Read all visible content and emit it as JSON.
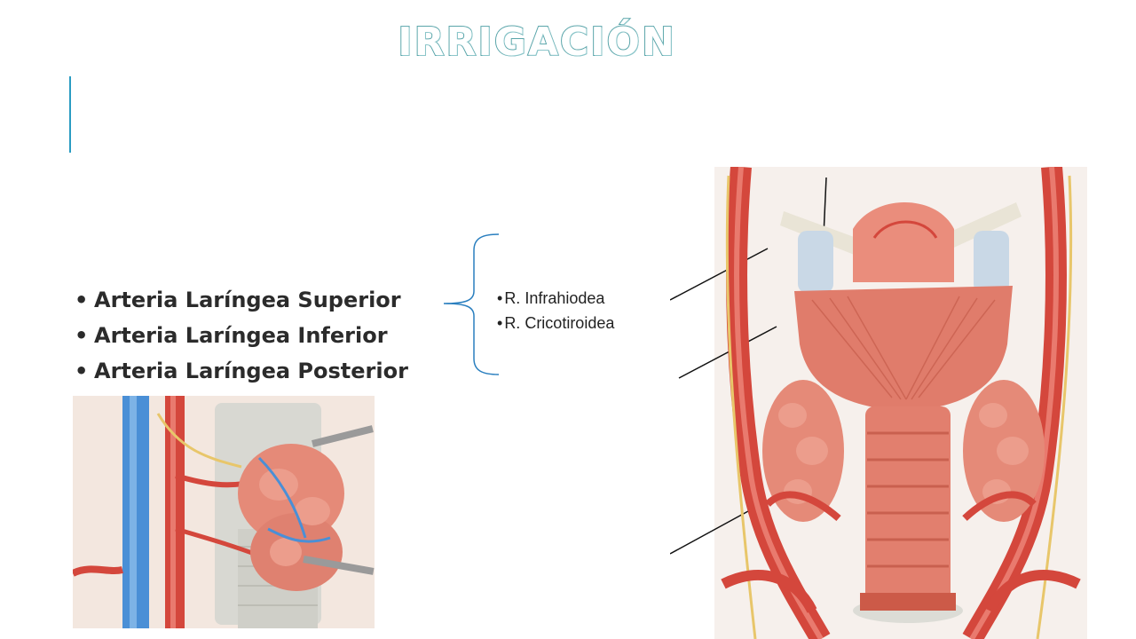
{
  "slide": {
    "title": "IRRIGACIÓN",
    "arteries": [
      "Arteria Laríngea Superior",
      "Arteria Laríngea Inferior",
      "Arteria Laríngea Posterior"
    ],
    "superior_branches": [
      "R. Infrahiodea",
      "R. Cricotiroidea"
    ]
  },
  "colors": {
    "title_outline": "#5aa5aa",
    "accent_bar": "#2a9cc2",
    "brace": "#2a7fbf",
    "artery_red": "#d4473c",
    "vein_blue": "#4a8fd6",
    "nerve_yellow": "#e8c66a",
    "muscle_pink": "#e58a78"
  },
  "icons": {
    "brace": "curly-brace-icon"
  }
}
